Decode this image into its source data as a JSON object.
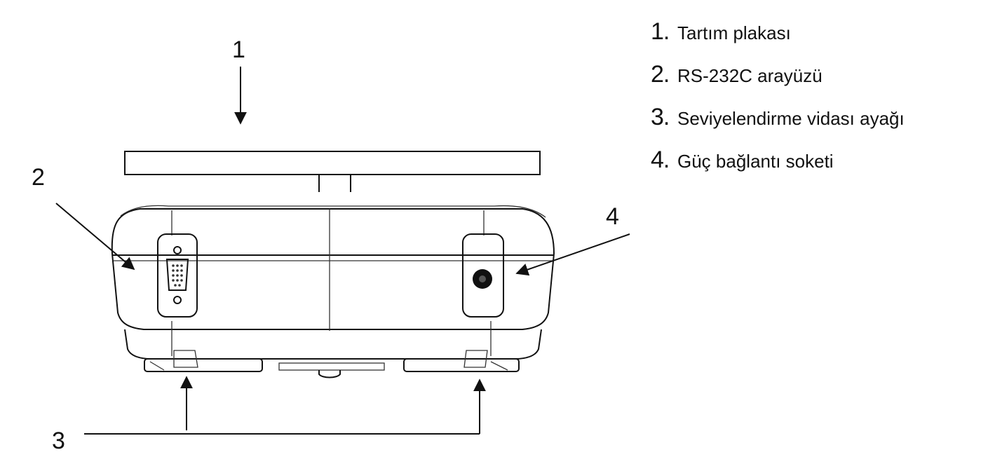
{
  "callouts": {
    "c1": "1",
    "c2": "2",
    "c3": "3",
    "c4": "4"
  },
  "legend": [
    {
      "num": "1.",
      "text": "Tartım plakası"
    },
    {
      "num": "2.",
      "text": "RS-232C arayüzü"
    },
    {
      "num": "3.",
      "text": "Seviyelendirme vidası ayağı"
    },
    {
      "num": "4.",
      "text": "Güç bağlantı soketi"
    }
  ]
}
